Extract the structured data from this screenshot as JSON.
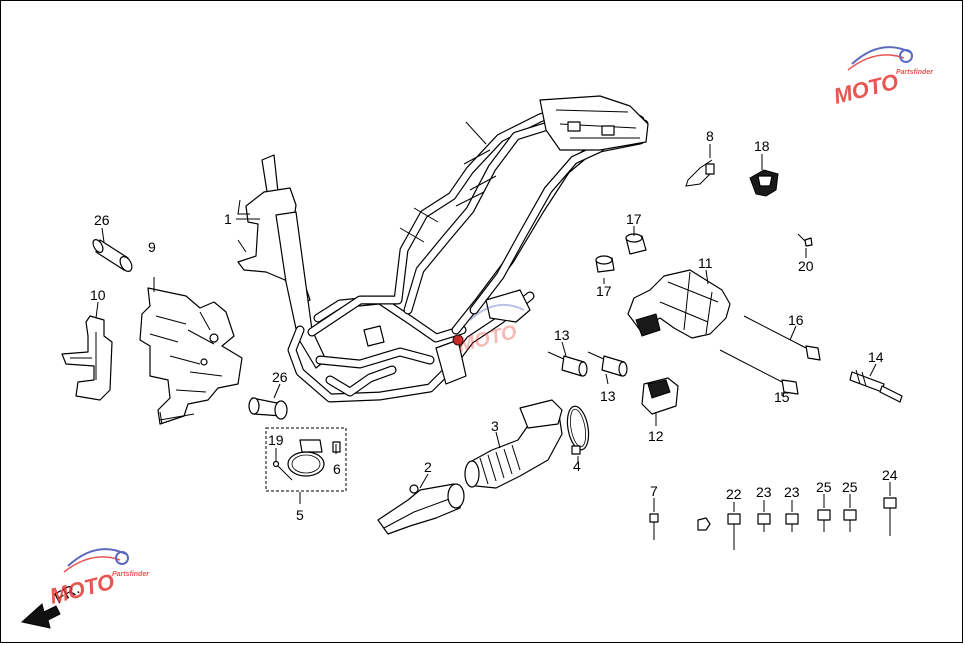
{
  "diagram": {
    "callouts": {
      "p1": "1",
      "p2": "2",
      "p3": "3",
      "p4": "4",
      "p5": "5",
      "p6": "6",
      "p7": "7",
      "p8": "8",
      "p9": "9",
      "p10": "10",
      "p11": "11",
      "p12": "12",
      "p13a": "13",
      "p13b": "13",
      "p14": "14",
      "p15": "15",
      "p16": "16",
      "p17a": "17",
      "p17b": "17",
      "p18": "18",
      "p19": "19",
      "p20": "20",
      "p22": "22",
      "p23a": "23",
      "p23b": "23",
      "p24": "24",
      "p25a": "25",
      "p25b": "25",
      "p26a": "26",
      "p26b": "26"
    },
    "direction_label": "FR.",
    "watermark": {
      "text": "MOTO",
      "sub": "Partsfinder"
    },
    "accent_color": "#e53935",
    "watermark_color": "#3f51b5"
  }
}
